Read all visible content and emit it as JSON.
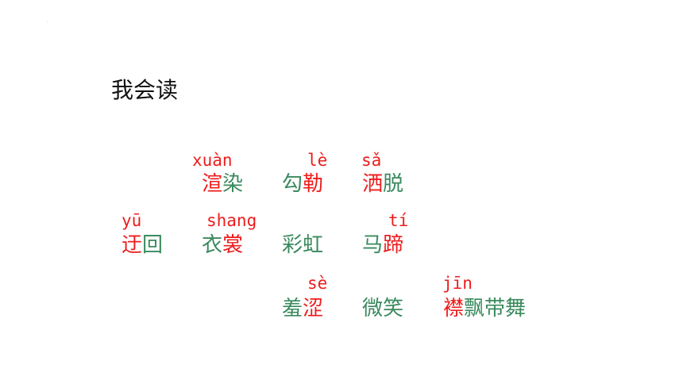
{
  "marker": ".",
  "title": "我会读",
  "colors": {
    "red": "#ee1c1c",
    "green": "#3a8a5e"
  },
  "rows": [
    {
      "pinyin": [
        {
          "text": "xuàn"
        },
        {
          "text": "lè"
        },
        {
          "text": "sǎ"
        }
      ],
      "words": [
        {
          "chars": [
            {
              "text": "渲",
              "color": "red"
            },
            {
              "text": "染",
              "color": "green"
            }
          ]
        },
        {
          "chars": [
            {
              "text": "勾",
              "color": "green"
            },
            {
              "text": "勒",
              "color": "red"
            }
          ]
        },
        {
          "chars": [
            {
              "text": "洒",
              "color": "red"
            },
            {
              "text": "脱",
              "color": "green"
            }
          ]
        }
      ]
    },
    {
      "pinyin": [
        {
          "text": "yū"
        },
        {
          "text": "shang"
        },
        {
          "text": "tí"
        }
      ],
      "words": [
        {
          "chars": [
            {
              "text": "迂",
              "color": "red"
            },
            {
              "text": "回",
              "color": "green"
            }
          ]
        },
        {
          "chars": [
            {
              "text": "衣",
              "color": "green"
            },
            {
              "text": "裳",
              "color": "red"
            }
          ]
        },
        {
          "chars": [
            {
              "text": "彩",
              "color": "green"
            },
            {
              "text": "虹",
              "color": "green"
            }
          ]
        },
        {
          "chars": [
            {
              "text": "马",
              "color": "green"
            },
            {
              "text": "蹄",
              "color": "red"
            }
          ]
        }
      ]
    },
    {
      "pinyin": [
        {
          "text": "sè"
        },
        {
          "text": "jīn"
        }
      ],
      "words": [
        {
          "chars": [
            {
              "text": "羞",
              "color": "green"
            },
            {
              "text": "涩",
              "color": "red"
            }
          ]
        },
        {
          "chars": [
            {
              "text": "微",
              "color": "green"
            },
            {
              "text": "笑",
              "color": "green"
            }
          ]
        },
        {
          "chars": [
            {
              "text": "襟",
              "color": "red"
            },
            {
              "text": "飘",
              "color": "green"
            },
            {
              "text": "带",
              "color": "green"
            },
            {
              "text": "舞",
              "color": "green"
            }
          ]
        }
      ]
    }
  ]
}
